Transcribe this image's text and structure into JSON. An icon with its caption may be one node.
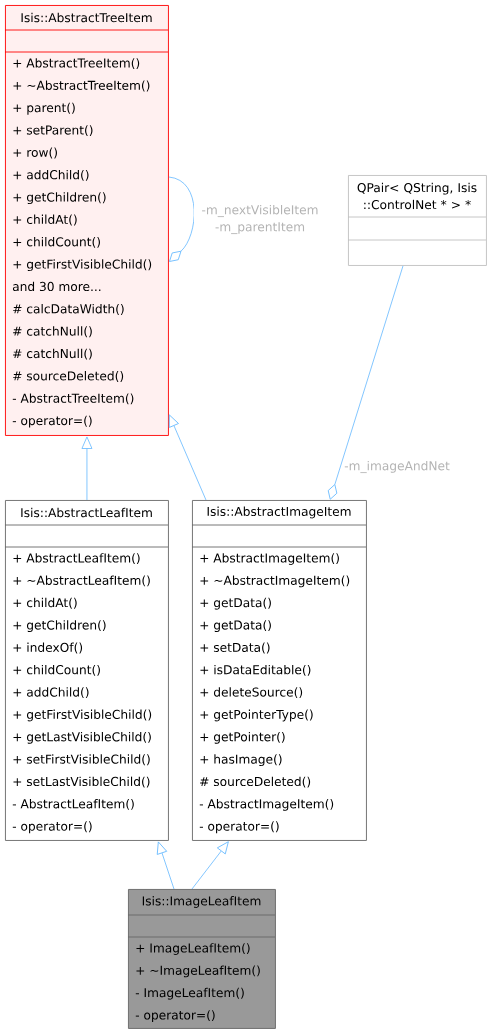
{
  "diagram": {
    "nodes": [
      {
        "text": [
          "Isis::AbstractTreeItem",
          "+ AbstractTreeItem()",
          "+ ~AbstractTreeItem()",
          "+ parent()",
          "+ setParent()",
          "+ row()",
          "+ addChild()",
          "+ getChildren()",
          "+ childAt()",
          "+ childCount()",
          "+ getFirstVisibleChild()",
          "and 30 more...",
          "# calcDataWidth()",
          "# catchNull()",
          "# catchNull()",
          "# sourceDeleted()",
          "- AbstractTreeItem()",
          "- operator=()"
        ]
      },
      {
        "text": [
          "QPair< QString, Isis ::ControlNet * > *"
        ]
      },
      {
        "text": [
          "Isis::AbstractLeafItem",
          "+ AbstractLeafItem()",
          "+ ~AbstractLeafItem()",
          "+ childAt()",
          "+ getChildren()",
          "+ indexOf()",
          "+ childCount()",
          "+ addChild()",
          "+ getFirstVisibleChild()",
          "+ getLastVisibleChild()",
          "+ setFirstVisibleChild()",
          "+ setLastVisibleChild()",
          "- AbstractLeafItem()",
          "- operator=()"
        ]
      },
      {
        "text": [
          "Isis::AbstractImageItem",
          "+ AbstractImageItem()",
          "+ ~AbstractImageItem()",
          "+ getData()",
          "+ getData()",
          "+ setData()",
          "+ isDataEditable()",
          "+ deleteSource()",
          "+ getPointerType()",
          "+ getPointer()",
          "+ hasImage()",
          "# sourceDeleted()",
          "- AbstractImageItem()",
          "- operator=()"
        ]
      },
      {
        "text": [
          "Isis::ImageLeafItem",
          "+ ImageLeafItem()",
          "+ ~ImageLeafItem()",
          "- ImageLeafItem()",
          "- operator=()"
        ]
      }
    ],
    "edges": [
      {
        "from": 0,
        "to": 0,
        "arrow": "other",
        "label": "-m_nextVisibleItem -m_parentItem"
      },
      {
        "from": 1,
        "to": 3,
        "arrow": "other",
        "label": "-m_imageAndNet"
      },
      {
        "from": 2,
        "to": 0,
        "arrow": "to"
      },
      {
        "from": 3,
        "to": 0,
        "arrow": "to"
      },
      {
        "from": 4,
        "to": 2,
        "arrow": "to"
      },
      {
        "from": 4,
        "to": 3,
        "arrow": "to"
      }
    ]
  }
}
